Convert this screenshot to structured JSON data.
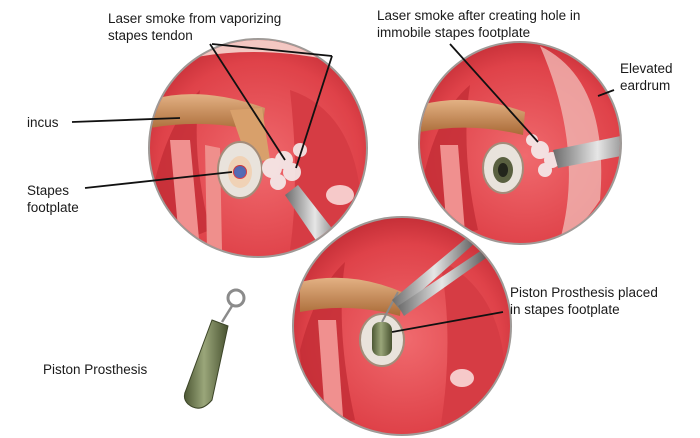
{
  "labels": {
    "laser_smoke_tendon": {
      "line1": "Laser smoke from vaporizing",
      "line2": "stapes tendon"
    },
    "laser_smoke_hole": {
      "line1": "Laser smoke after creating hole in",
      "line2": "immobile stapes footplate"
    },
    "elevated_eardrum": {
      "line1": "Elevated",
      "line2": "eardrum"
    },
    "incus": "incus",
    "stapes_footplate": {
      "line1": "Stapes",
      "line2": "footplate"
    },
    "piston_placed": {
      "line1": "Piston Prosthesis placed",
      "line2": "in stapes footplate"
    },
    "piston_prosthesis": "Piston Prosthesis"
  },
  "colors": {
    "tissue_red": "#e0474c",
    "tissue_deep": "#b82430",
    "tissue_pink": "#f2a7a4",
    "bone_tan": "#c98a4e",
    "rim_gray": "#c7c3c0",
    "prosthesis_green": "#6b7a4c",
    "laser_blue": "#3a6fc4"
  }
}
